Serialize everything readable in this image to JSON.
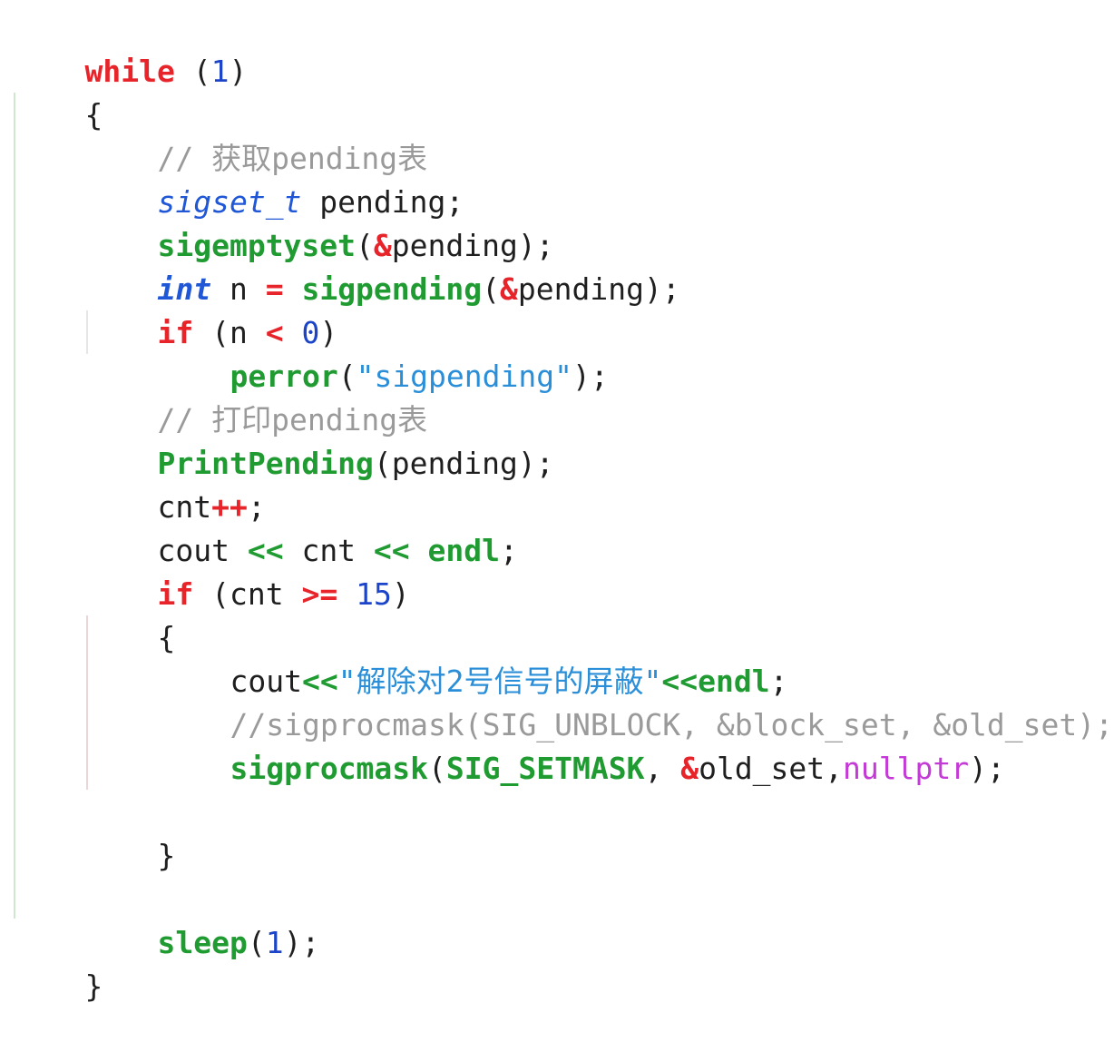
{
  "code": {
    "l1": {
      "kw": "while",
      "lp": " (",
      "num": "1",
      "rp": ")"
    },
    "l2": {
      "brace": "{"
    },
    "l3": {
      "slash": "// ",
      "cjk1": "获取",
      "word": "pending",
      "cjk2": "表"
    },
    "l4": {
      "type": "sigset_t",
      "rest": " pending;"
    },
    "l5": {
      "fn": "sigemptyset",
      "lp": "(",
      "amp": "&",
      "rest": "pending);"
    },
    "l6": {
      "type": "int",
      "n": " n ",
      "eq": "=",
      "sp": " ",
      "fn": "sigpending",
      "lp": "(",
      "amp": "&",
      "rest": "pending);"
    },
    "l7": {
      "kw": "if",
      "lp": " (n ",
      "lt": "<",
      "sp": " ",
      "num": "0",
      "rp": ")"
    },
    "l8": {
      "fn": "perror",
      "lp": "(",
      "str": "\"sigpending\"",
      "rest": ");"
    },
    "l9": {
      "slash": "// ",
      "cjk1": "打印",
      "word": "pending",
      "cjk2": "表"
    },
    "l10": {
      "fn": "PrintPending",
      "rest": "(pending);"
    },
    "l11": {
      "var": "cnt",
      "op": "++",
      "semi": ";"
    },
    "l12": {
      "cout": "cout ",
      "op1": "<<",
      "mid": " cnt ",
      "op2": "<<",
      "sp": " ",
      "endl": "endl",
      "semi": ";"
    },
    "l13": {
      "kw": "if",
      "lp": " (cnt ",
      "op": ">=",
      "sp": " ",
      "num": "15",
      "rp": ")"
    },
    "l14": {
      "brace": "{"
    },
    "l15": {
      "cout": "cout",
      "op1": "<<",
      "q1": "\"",
      "cjk1": "解除对",
      "num": "2",
      "cjk2": "号信号的屏蔽",
      "q2": "\"",
      "op2": "<<",
      "endl": "endl",
      "semi": ";"
    },
    "l16": {
      "comment": "//sigprocmask(SIG_UNBLOCK, &block_set, &old_set);"
    },
    "l17": {
      "fn": "sigprocmask",
      "lp": "(",
      "macro": "SIG_SETMASK",
      "comma": ", ",
      "amp": "&",
      "var": "old_set,",
      "np": "nullptr",
      "rest": ");"
    },
    "l19": {
      "brace": "}"
    },
    "l21": {
      "fn": "sleep",
      "lp": "(",
      "num": "1",
      "rest": ");"
    },
    "l22": {
      "brace": "}"
    }
  },
  "colors": {
    "keyword": "#e8242b",
    "number": "#1b44c8",
    "type": "#1f57d6",
    "function": "#1f9b32",
    "string": "#2a8fd8",
    "comment": "#9a9a9a",
    "literal": "#c43ad6"
  }
}
